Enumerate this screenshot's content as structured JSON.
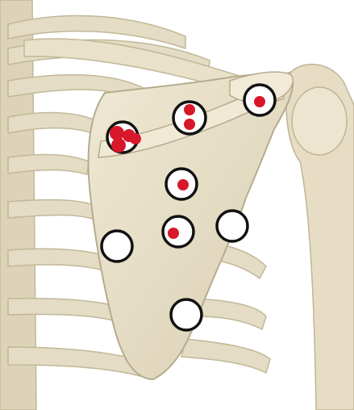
{
  "image": {
    "subject": "posterior-scapula-skeleton",
    "colors": {
      "background": "#ffffff",
      "bone": "#e7dfc8",
      "bone_shadow": "#cfc6ab",
      "bone_outline": "#b9af92",
      "marker_ring": "#111111",
      "marker_fill": "#ffffff",
      "dot": "#d7182a"
    }
  },
  "markers": [
    {
      "id": "acromion",
      "dots": 1
    },
    {
      "id": "spine-upper",
      "dots": 2
    },
    {
      "id": "superior-angle",
      "dots": 4
    },
    {
      "id": "spine-middle",
      "dots": 1
    },
    {
      "id": "infraspinous-center",
      "dots": 1
    },
    {
      "id": "infraspinous-lateral",
      "dots": 0
    },
    {
      "id": "infraspinous-medial",
      "dots": 0
    },
    {
      "id": "inferior-angle",
      "dots": 0
    }
  ]
}
